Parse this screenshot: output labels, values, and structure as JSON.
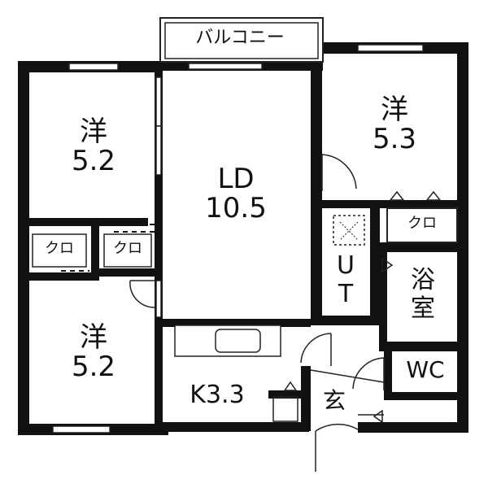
{
  "floor_plan": {
    "balcony": {
      "label": "バルコニー"
    },
    "rooms": {
      "western_top_left": {
        "type": "洋",
        "size": "5.2"
      },
      "western_top_right": {
        "type": "洋",
        "size": "5.3"
      },
      "western_bottom_left": {
        "type": "洋",
        "size": "5.2"
      },
      "living_dining": {
        "type": "LD",
        "size": "10.5"
      },
      "kitchen": {
        "label": "K3.3"
      },
      "closet_left": {
        "label": "クロ"
      },
      "closet_middle": {
        "label": "クロ"
      },
      "closet_right": {
        "label": "クロ"
      },
      "utility": {
        "char1": "U",
        "char2": "T"
      },
      "bathroom": {
        "char1": "浴",
        "char2": "室"
      },
      "toilet": {
        "label": "WC"
      },
      "entrance": {
        "label": "玄"
      }
    },
    "colors": {
      "wall": "#111111",
      "background": "#ffffff",
      "line": "#222222"
    }
  }
}
